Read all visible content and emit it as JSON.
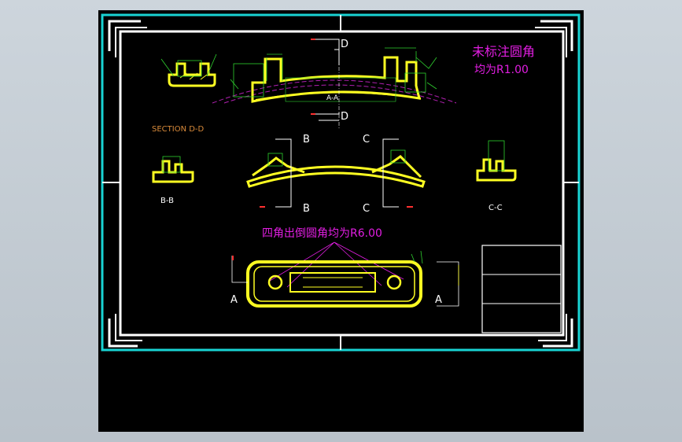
{
  "notes": {
    "unmarked_fillet_line1": "未标注圆角",
    "unmarked_fillet_line2": "均为R1.00",
    "corner_fillet": "四角出倒圆角均为R6.00"
  },
  "labels": {
    "section_dd": "SECTION D-D",
    "section_bb": "B-B",
    "section_cc": "C-C",
    "cut_d": "D",
    "cut_b": "B",
    "cut_c": "C",
    "cut_a": "A",
    "section_aa": "A-A"
  },
  "colors": {
    "background": "#000000",
    "frame": "#ffffff",
    "border_cyan": "#19d3d3",
    "part_yellow": "#ffff22",
    "dim_green": "#2fd12f",
    "note_magenta": "#e21ee2",
    "label_orange": "#d88a3a",
    "centerline_magenta": "#b020b0"
  }
}
